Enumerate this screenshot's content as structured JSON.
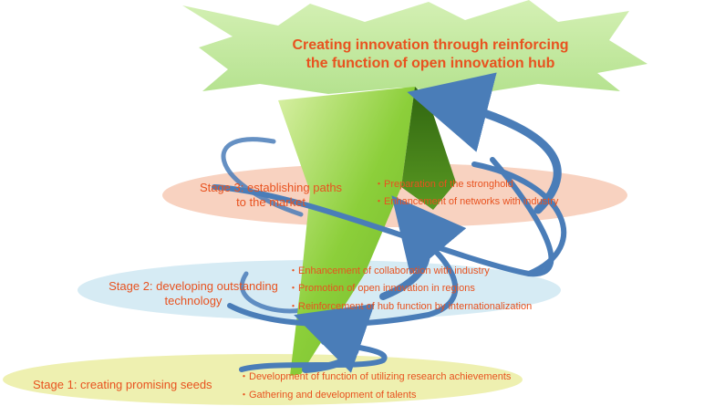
{
  "headline": {
    "line1": "Creating innovation through reinforcing",
    "line2": "the function of open innovation hub"
  },
  "stages": [
    {
      "title_lines": [
        "Stage 3: establishing paths",
        "to the market"
      ],
      "bullets": [
        "・Preparation of the stronghold",
        "・Enhancement of networks with industry"
      ],
      "color": "#f7cdb9"
    },
    {
      "title_lines": [
        "Stage 2: developing outstanding",
        "technology"
      ],
      "bullets": [
        "・Enhancement of collaboration with industry",
        "・Promotion of open innovation in regions",
        "・Reinforcement of hub function by internationalization"
      ],
      "color": "#d6ebf4"
    },
    {
      "title_lines": [
        "Stage 1: creating promising seeds"
      ],
      "bullets": [
        "・Development of function of utilizing research achievements",
        "・Gathering and development of talents"
      ],
      "color": "#eef0b0"
    }
  ],
  "colors": {
    "text": "#e8521f",
    "starburst": "#bfe89a",
    "arrow_green": "#8ccf3a",
    "arrow_dark": "#3f7d14",
    "spiral_blue": "#4a7db8"
  }
}
